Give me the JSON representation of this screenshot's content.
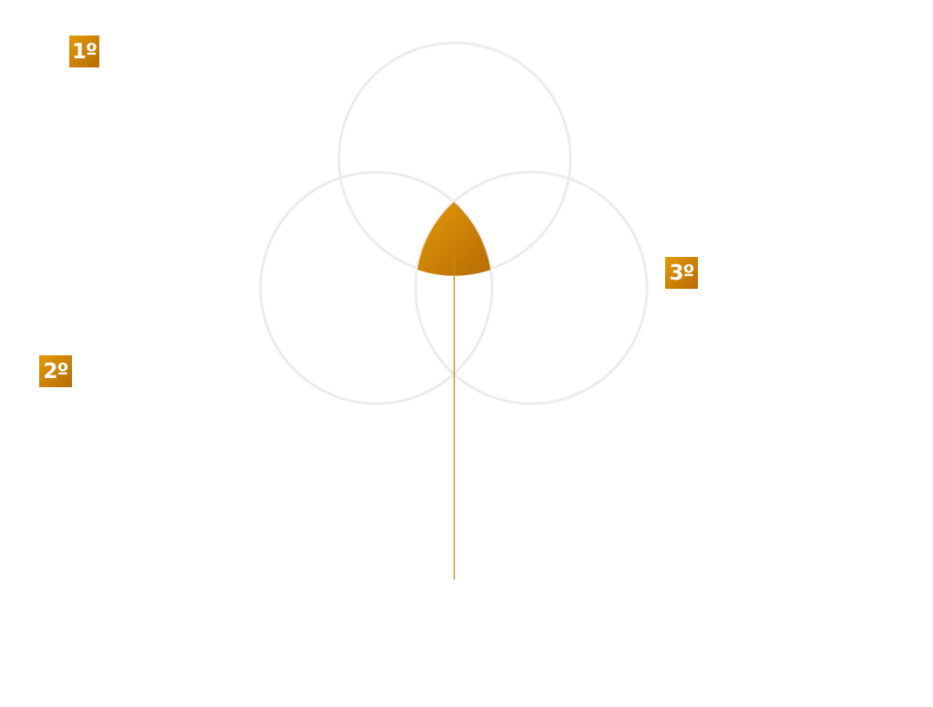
{
  "badges": [
    {
      "label": "1º"
    },
    {
      "label": "2º"
    },
    {
      "label": "3º"
    }
  ],
  "colors": {
    "accent_light": "#e29a06",
    "accent_dark": "#b66b05",
    "circle_stroke": "#ececec",
    "background": "#ffffff"
  },
  "diagram": {
    "type": "three-circle-venn",
    "circle_count": 3,
    "center_intersection": "highlighted"
  }
}
